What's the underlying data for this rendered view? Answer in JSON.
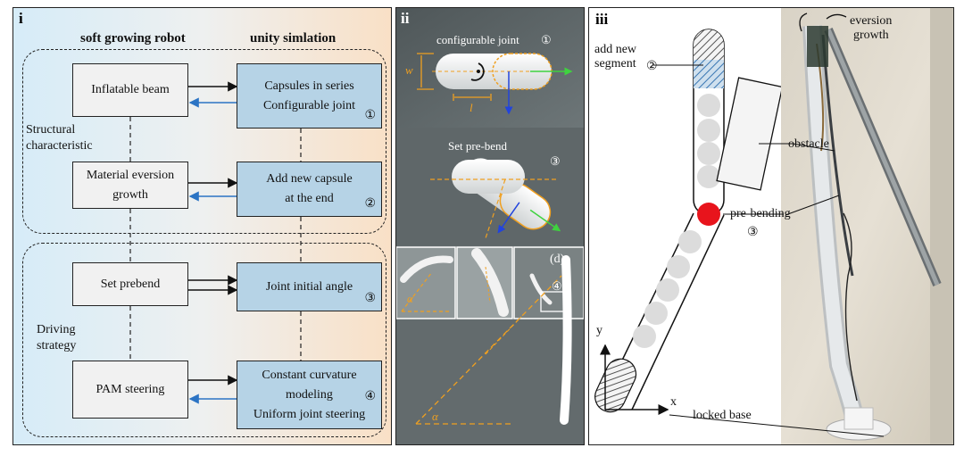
{
  "panel_i": {
    "label": "i",
    "header_left": "soft growing robot",
    "header_right": "unity simlation",
    "group1_label_1": "Structural",
    "group1_label_2": "characteristic",
    "group2_label_1": "Driving",
    "group2_label_2": "strategy",
    "left_boxes": [
      {
        "line1": "Inflatable beam",
        "line2": ""
      },
      {
        "line1": "Material eversion",
        "line2": "growth"
      },
      {
        "line1": "Set prebend",
        "line2": ""
      },
      {
        "line1": "PAM steering",
        "line2": ""
      }
    ],
    "right_boxes": [
      {
        "line1": "Capsules in series",
        "line2": "Configurable joint",
        "line3": "",
        "num": "①"
      },
      {
        "line1": "Add new capsule",
        "line2": "at the end",
        "line3": "",
        "num": "②"
      },
      {
        "line1": "Joint initial angle",
        "line2": "",
        "line3": "",
        "num": "③"
      },
      {
        "line1": "Constant curvature",
        "line2": "modeling",
        "line3": "Uniform joint steering",
        "num": "④"
      }
    ]
  },
  "panel_ii": {
    "label": "ii",
    "title_top": "configurable joint",
    "num_top": "①",
    "w_label": "w",
    "l_label": "l",
    "title_mid": "Set pre-bend",
    "num_mid": "③",
    "d_label": "(d)",
    "num_bottom": "④",
    "alpha": "α"
  },
  "panel_iii": {
    "label": "iii",
    "add_new_1": "add new",
    "add_new_2": "segment",
    "num_add": "②",
    "obstacle": "obstacle",
    "pre_bending": "pre-bending",
    "num_pre": "③",
    "axis_y": "y",
    "axis_x": "x",
    "locked_base": "locked base",
    "eversion_1": "eversion",
    "eversion_2": "growth"
  },
  "colors": {
    "arrow_blue": "#2b74c4",
    "box_blue": "#b6d3e6",
    "orange": "#f0a020",
    "red": "#e8141c"
  }
}
